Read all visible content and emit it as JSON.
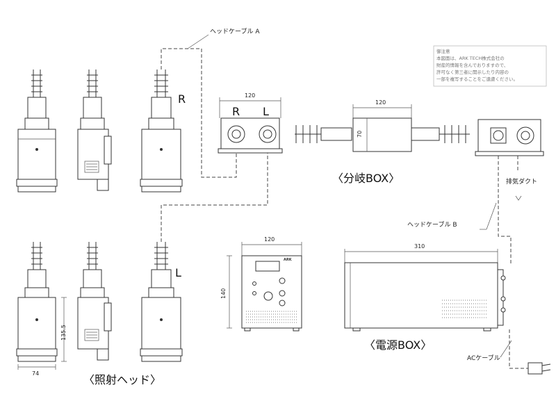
{
  "labels": {
    "cable_a": "ヘッドケーブル A",
    "cable_b": "ヘッドケーブル B",
    "ac_cable": "ACケーブル",
    "exhaust_duct": "排気ダクト",
    "title_branch": "〈分岐BOX〉",
    "title_power": "〈電源BOX〉",
    "title_head": "〈照射ヘッド〉",
    "r": "R",
    "l": "L",
    "port_r": "R",
    "port_l": "L"
  },
  "dimensions": {
    "branch_width": "120",
    "cable_box_width": "120",
    "cable_box_height": "70",
    "front_width": "120",
    "front_height": "140",
    "power_width": "310",
    "head_width": "74",
    "head_height": "135.5"
  },
  "notice": {
    "heading": "御注意",
    "lines": [
      "本図面は、ARK TECH株式会社の",
      "財産的情報を含んでおりますので、",
      "許可なく第三者に開示したり内容の",
      "一部を複写することをご遠慮ください。"
    ]
  },
  "device": {
    "logo": "ARK"
  }
}
